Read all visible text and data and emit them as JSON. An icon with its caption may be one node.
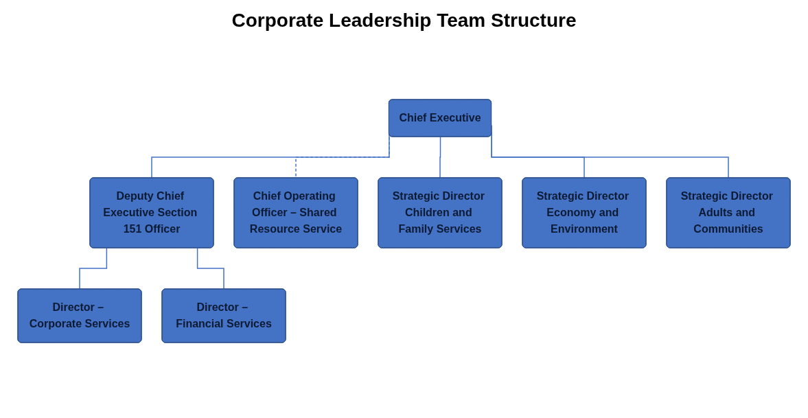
{
  "diagram": {
    "title": "Corporate Leadership Team Structure",
    "nodes": [
      {
        "text": [
          "Chief Executive"
        ]
      },
      {
        "text": [
          "Deputy Chief Executive Section 151 Officer"
        ]
      },
      {
        "text": [
          "Chief Operating Officer – Shared Resource Service"
        ]
      },
      {
        "text": [
          "Strategic Director Children and Family Services"
        ]
      },
      {
        "text": [
          "Strategic Director Economy and Environment"
        ]
      },
      {
        "text": [
          "Strategic Director Adults and Communities"
        ]
      },
      {
        "text": [
          "Director – Corporate Services"
        ]
      },
      {
        "text": [
          "Director – Financial Services"
        ]
      }
    ],
    "edges": [
      {
        "from": 0,
        "to": 1,
        "arrow": "none"
      },
      {
        "from": 0,
        "to": 3,
        "arrow": "none"
      },
      {
        "from": 0,
        "to": 4,
        "arrow": "none"
      },
      {
        "from": 0,
        "to": 5,
        "arrow": "none"
      },
      {
        "from": 0,
        "to": 2,
        "arrow": "none",
        "style": "dashed"
      },
      {
        "from": 1,
        "to": 6,
        "arrow": "none"
      },
      {
        "from": 1,
        "to": 7,
        "arrow": "none"
      }
    ]
  }
}
